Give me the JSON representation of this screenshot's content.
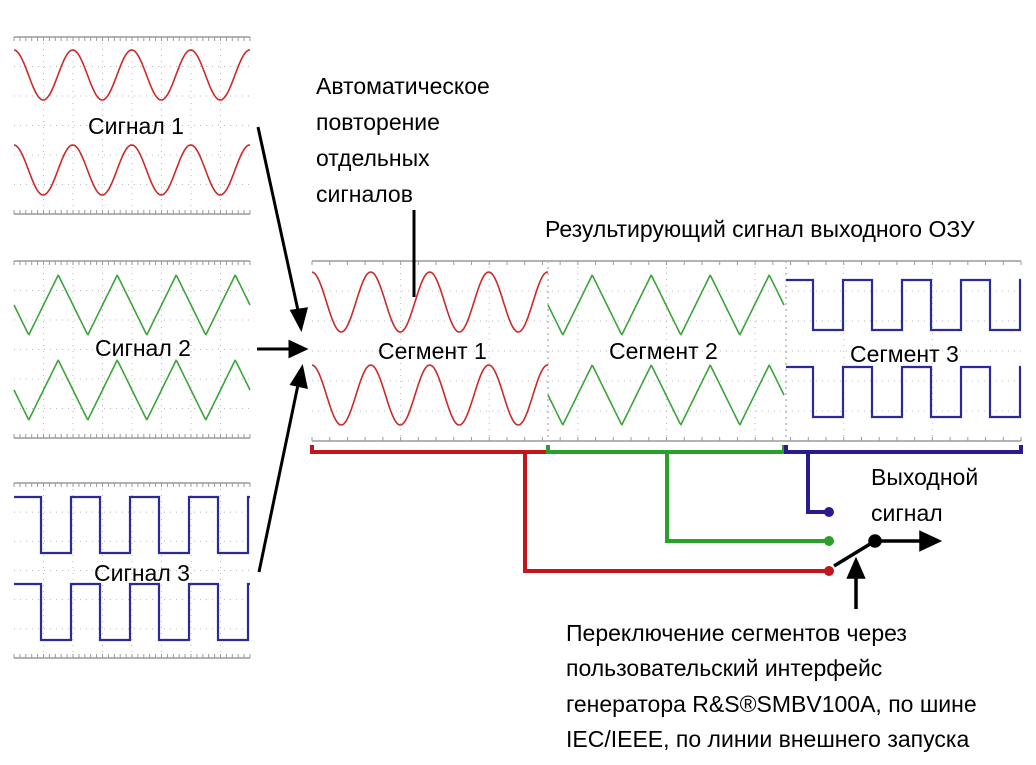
{
  "signals": {
    "signal1": "Сигнал 1",
    "signal2": "Сигнал 2",
    "signal3": "Сигнал 3"
  },
  "segments": {
    "segment1": "Сегмент 1",
    "segment2": "Сегмент 2",
    "segment3": "Сегмент 3"
  },
  "auto_repeat": [
    "Автоматическое",
    "повторение",
    "отдельных",
    "сигналов"
  ],
  "result_title": "Результирующий сигнал выходного ОЗУ",
  "output": [
    "Выходной",
    "сигнал"
  ],
  "switching_note": [
    "Переключение сегментов через",
    "пользовательский интерфейс",
    "генератора R&S®SMBV100A, по шине",
    "IEC/IEEE, по линии внешнего запуска"
  ],
  "colors": {
    "sine": "#cc2a2a",
    "triangle": "#3aa43a",
    "square": "#2a2a9a",
    "bus_red": "#c0161c",
    "bus_green": "#2aa02a",
    "bus_blue": "#2a1a90",
    "grid": "#b8b8b8",
    "arrow": "#000000"
  }
}
